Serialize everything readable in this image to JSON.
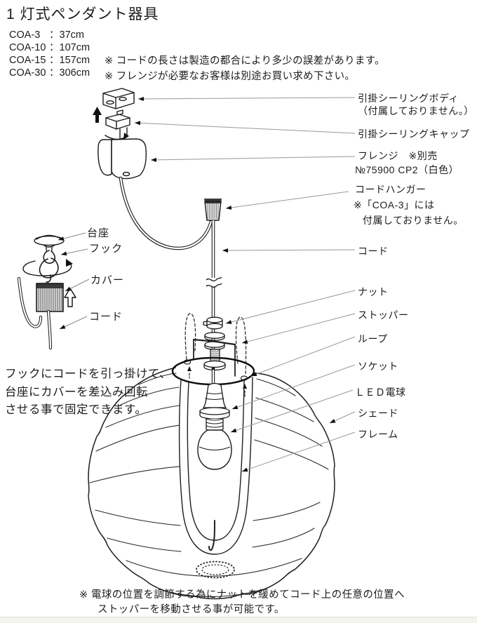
{
  "title": "1 灯式ペンダント器具",
  "spec_colon": "：",
  "spec_list": [
    {
      "model": "COA-3",
      "length": "37cm"
    },
    {
      "model": "COA-10",
      "length": "107cm"
    },
    {
      "model": "COA-15",
      "length": "157cm"
    },
    {
      "model": "COA-30",
      "length": "306cm"
    }
  ],
  "notes": [
    "※ コードの長さは製造の都合により多少の誤差があります。",
    "※ フレンジが必要なお客様は別途お買い求め下さい。"
  ],
  "part_labels": {
    "ceiling_body": "引掛シーリングボディ",
    "ceiling_body_note": "（付属しておりません。）",
    "ceiling_cap": "引掛シーリングキャップ",
    "flange": "フレンジ　※別売",
    "flange_model": "№75900 CP2（白色）",
    "cord_hanger": "コードハンガー",
    "cord_hanger_note1": "※「COA-3」には",
    "cord_hanger_note2": "付属しておりません。",
    "cord": "コード",
    "nut": "ナット",
    "stopper": "ストッパー",
    "loop": "ループ",
    "socket": "ソケット",
    "led_bulb": "ＬＥＤ電球",
    "shade": "シェード",
    "frame": "フレーム"
  },
  "inset_labels": {
    "base": "台座",
    "hook": "フック",
    "cover": "カバー",
    "cord": "コード"
  },
  "inset_instruction": [
    "フックにコードを引っ掛けて、",
    "台座にカバーを差込み回転",
    "させる事で固定できます。"
  ],
  "bottom_note": [
    "※ 電球の位置を調節する為にナットを緩めてコード上の任意の位置へ",
    "ストッパーを移動させる事が可能です。"
  ],
  "colors": {
    "text": "#1c1c1c",
    "ink": "#1a1a1a",
    "leader_line": "#999999",
    "bottom_bar": "#f4f3ec"
  }
}
